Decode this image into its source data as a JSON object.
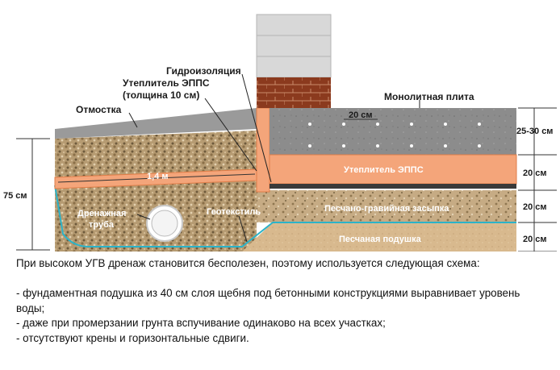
{
  "diagram": {
    "labels": {
      "waterproofing": "Гидроизоляция",
      "epps_insulation": "Утеплитель ЭППС",
      "epps_thickness": "(толщина 10 см)",
      "blind_area": "Отмостка",
      "monolithic_slab": "Монолитная плита",
      "spacing": "20 см",
      "slab_insulation": "Утеплитель ЭППС",
      "sand_gravel_fill": "Песчано-гравийная засыпка",
      "sand_cushion": "Песчаная подушка",
      "geotextile": "Геотекстиль",
      "drain_pipe_line1": "Дренажная",
      "drain_pipe_line2": "труба",
      "width_1_4": "1,4 м"
    },
    "dimensions": {
      "total_depth": "75 см",
      "slab": "25-30 см",
      "insulation": "20 см",
      "gravel": "20 см",
      "sand": "20 см"
    }
  },
  "notes": {
    "intro": "При высоком УГВ дренаж становится бесполезен, поэтому используется следующая схема:",
    "items": [
      "- фундаментная подушка из 40 см слоя щебня под бетонными конструкциями выравнивает уровень воды;",
      "- даже при промерзании грунта вспучивание одинаково на всех участках;",
      "- отсутствуют крены и горизонтальные сдвиги."
    ]
  },
  "colors": {
    "insulation": "#f4a57a",
    "concrete": "#8a8a8a",
    "brick": "#8b3a1e",
    "gravel": "#b59a70",
    "sand": "#d7b88d",
    "geotextile": "#2bb3c8"
  }
}
